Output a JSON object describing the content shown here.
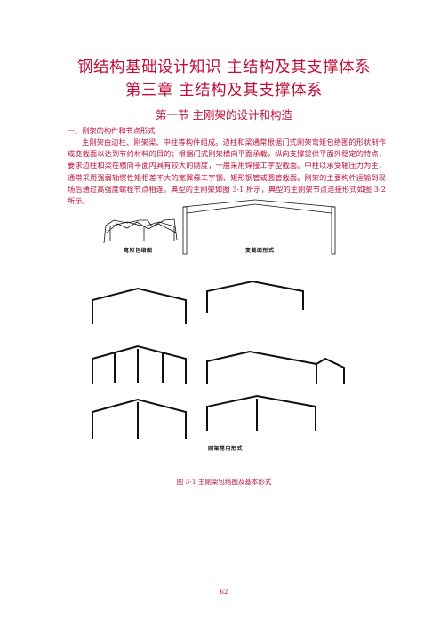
{
  "doc": {
    "title_line1": "钢结构基础设计知识 主结构及其支撑体系",
    "title_line2": "第三章  主结构及其支撑体系",
    "section_title": "第一节  主刚架的设计和构造",
    "subheading": "一、刚架的构件和节点形式",
    "paragraph": "主刚架由边柱、刚架梁、中柱等构件组成。边柱和梁通常根据门式刚架弯矩包络图的形状制作成变截面以达到节约材料的目的；根据门式刚架横向平面承载，纵向支撑提供平面外稳定的特点，要求边柱和梁在横向平面内具有较大的刚度，一般采用焊接工字型截面。中柱以承受轴压力为主，通常采用强弱轴惯性矩相差不大的宽翼缘工字钢、矩形钢管或圆管截面。刚架的主要构件运输到现场后通过高强度螺栓节点相连。典型的主刚架如图 3-1 所示，典型的主刚架节点连接形式如图 3-2 所示。",
    "figure": {
      "label_left": "弯矩包络图",
      "label_right": "变截面形式",
      "label_bottom": "刚架常用形式",
      "caption": "图 3-1   主刚架包络图及基本形式"
    },
    "page_number": "62"
  }
}
